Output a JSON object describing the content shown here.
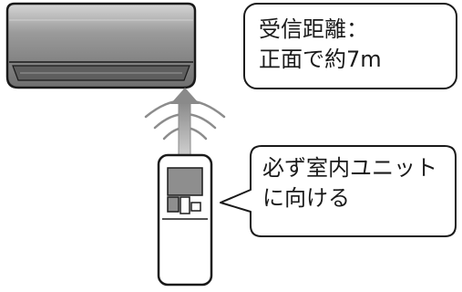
{
  "callouts": {
    "range": {
      "line1": "受信距離：",
      "line2": "正面で約7m"
    },
    "aim": {
      "line1": "必ず室内ユニット",
      "line2": "に向ける"
    }
  },
  "colors": {
    "outline": "#1a1a1a",
    "unit_body": "#8e8e8e",
    "unit_panel": "#a9a9a9",
    "signal_gray": "#8c8c8c",
    "background": "#ffffff"
  },
  "icons": [
    "air-conditioner-icon",
    "remote-control-icon",
    "signal-waves-icon",
    "arrow-up-icon"
  ]
}
